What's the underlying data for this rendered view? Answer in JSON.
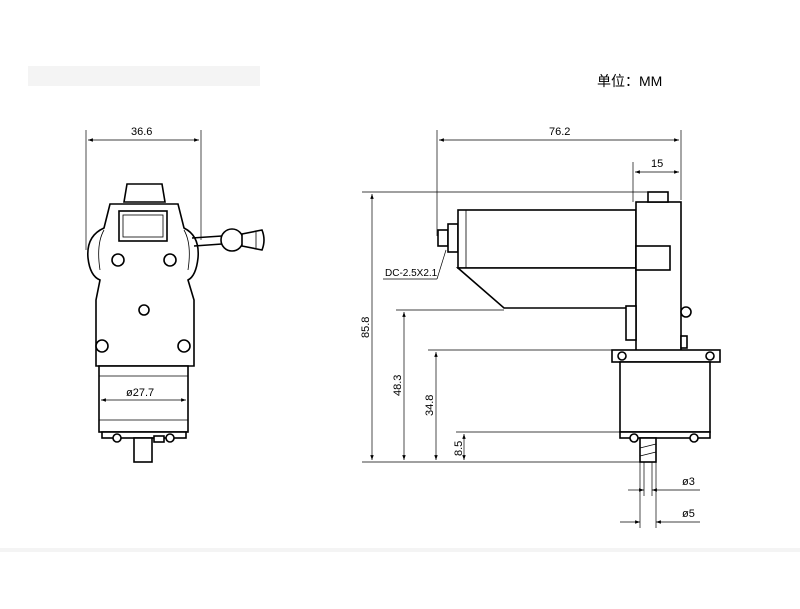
{
  "unit_label": "单位：MM",
  "front_view": {
    "width_dim": "36.6",
    "gear_diameter": "ø27.7"
  },
  "side_view": {
    "length_dim": "76.2",
    "offset_dim": "15",
    "connector_label": "DC-2.5X2.1",
    "height_total": "85.8",
    "height_mount": "48.3",
    "height_gear": "34.8",
    "height_shaft": "8.5",
    "shaft_inner_dia": "ø3",
    "shaft_outer_dia": "ø5"
  }
}
